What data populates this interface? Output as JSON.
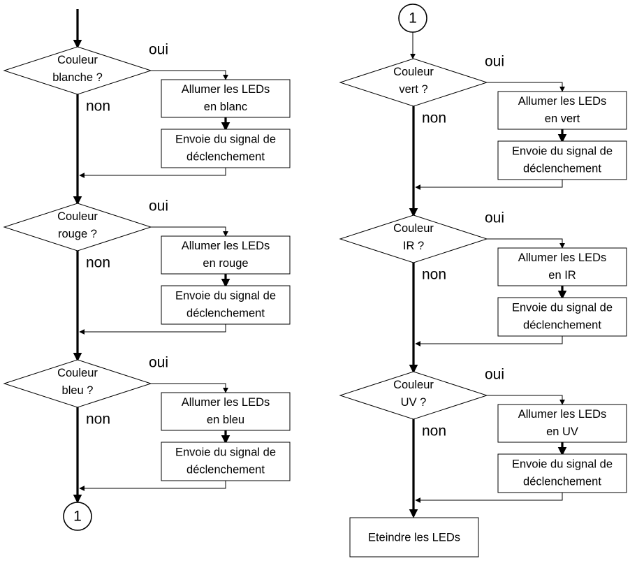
{
  "left_column": [
    {
      "question": [
        "Couleur",
        "blanche ?"
      ],
      "yes": "oui",
      "no": "non",
      "action": [
        "Allumer les LEDs",
        "en blanc"
      ],
      "signal": [
        "Envoie du signal de",
        "déclenchement"
      ]
    },
    {
      "question": [
        "Couleur",
        "rouge ?"
      ],
      "yes": "oui",
      "no": "non",
      "action": [
        "Allumer les LEDs",
        "en rouge"
      ],
      "signal": [
        "Envoie du signal de",
        "déclenchement"
      ]
    },
    {
      "question": [
        "Couleur",
        "bleu ?"
      ],
      "yes": "oui",
      "no": "non",
      "action": [
        "Allumer les LEDs",
        "en bleu"
      ],
      "signal": [
        "Envoie du signal de",
        "déclenchement"
      ]
    }
  ],
  "right_column": [
    {
      "question": [
        "Couleur",
        "vert ?"
      ],
      "yes": "oui",
      "no": "non",
      "action": [
        "Allumer les LEDs",
        "en vert"
      ],
      "signal": [
        "Envoie du signal de",
        "déclenchement"
      ]
    },
    {
      "question": [
        "Couleur",
        "IR ?"
      ],
      "yes": "oui",
      "no": "non",
      "action": [
        "Allumer les LEDs",
        "en IR"
      ],
      "signal": [
        "Envoie du signal de",
        "déclenchement"
      ]
    },
    {
      "question": [
        "Couleur",
        "UV ?"
      ],
      "yes": "oui",
      "no": "non",
      "action": [
        "Allumer les LEDs",
        "en UV"
      ],
      "signal": [
        "Envoie du signal de",
        "déclenchement"
      ]
    }
  ],
  "connector_label": "1",
  "end_box": "Eteindre les LEDs"
}
